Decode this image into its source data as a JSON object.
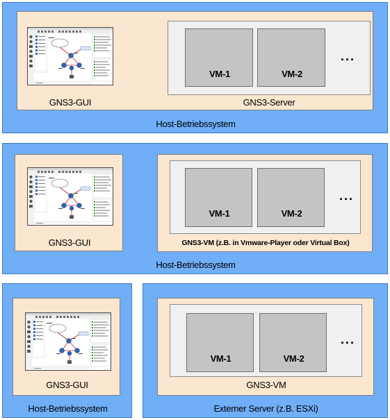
{
  "panel1": {
    "host_label": "Host-Betriebssystem",
    "gui_label": "GNS3-GUI",
    "server_label": "GNS3-Server",
    "vm1": "VM-1",
    "vm2": "VM-2",
    "ellipsis": "..."
  },
  "panel2": {
    "host_label": "Host-Betriebssystem",
    "gui_label": "GNS3-GUI",
    "server_label": "GNS3-VM (z.B. in Vmware-Player oder Virtual Box)",
    "vm1": "VM-1",
    "vm2": "VM-2",
    "ellipsis": "..."
  },
  "panel3": {
    "host_label": "Host-Betriebssystem",
    "server_host_label": "Externer Server (z.B. ESXi)",
    "gui_label": "GNS3-GUI",
    "server_label": "GNS3-VM",
    "vm1": "VM-1",
    "vm2": "VM-2",
    "ellipsis": "..."
  },
  "colors": {
    "host_blue": "#70aef8",
    "guest_peach": "#fbe6cf",
    "server_gray": "#f0f0f0",
    "vm_gray": "#c4c4c4"
  },
  "icons": {
    "gui_screenshot": "gns3-gui-screenshot-thumbnail"
  }
}
